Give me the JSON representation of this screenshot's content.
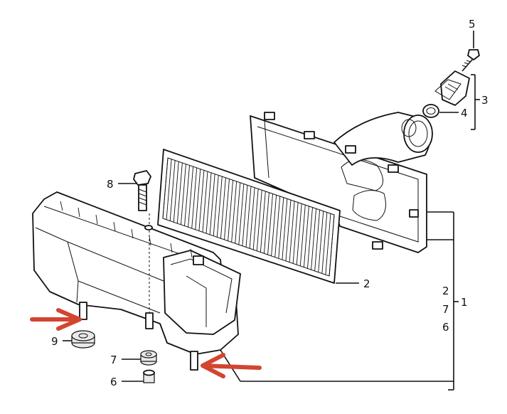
{
  "callouts": {
    "c1": "1",
    "c2": "2",
    "c3": "3",
    "c4": "4",
    "c5": "5",
    "c6": "6",
    "c7": "7",
    "c8": "8",
    "c9": "9",
    "group2": "2",
    "group7": "7",
    "group6": "6"
  },
  "colors": {
    "arrow": "#d3452f",
    "ink": "#111111"
  }
}
